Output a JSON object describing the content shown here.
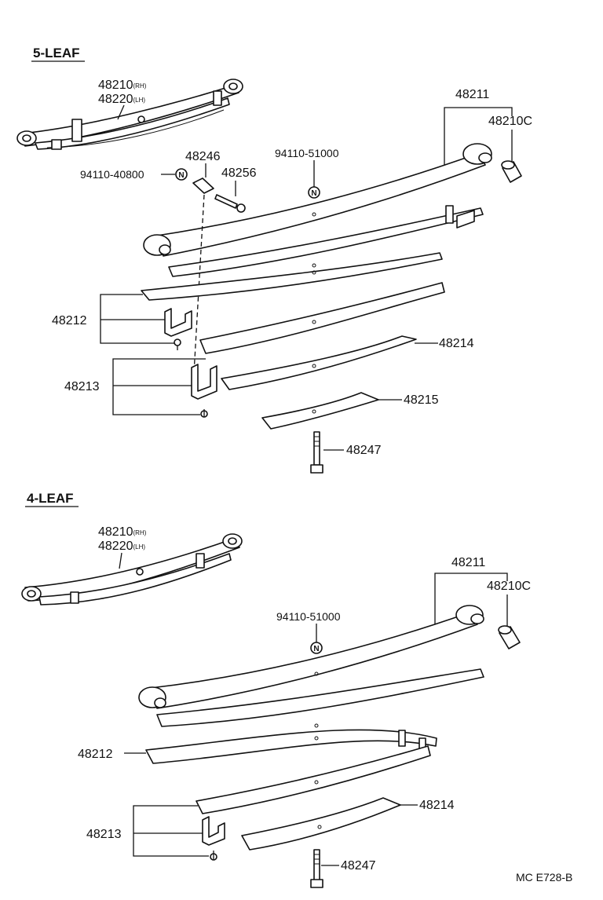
{
  "sections": [
    {
      "title": "5-LEAF",
      "labels": {
        "spring_rh": "48210",
        "spring_rh_side": "(RH)",
        "spring_lh": "48220",
        "spring_lh_side": "(LH)",
        "main_leaf": "48211",
        "bushing": "48210C",
        "nut_a": "94110-40800",
        "pin": "48246",
        "bolt_a": "48256",
        "nut_b": "94110-51000",
        "clip_a": "48212",
        "leaf_a": "48214",
        "clip_b": "48213",
        "leaf_b": "48215",
        "center_bolt": "48247"
      }
    },
    {
      "title": "4-LEAF",
      "labels": {
        "spring_rh": "48210",
        "spring_rh_side": "(RH)",
        "spring_lh": "48220",
        "spring_lh_side": "(LH)",
        "main_leaf": "48211",
        "bushing": "48210C",
        "nut_b": "94110-51000",
        "clip_a": "48212",
        "leaf_a": "48214",
        "clip_b": "48213",
        "center_bolt": "48247"
      }
    }
  ],
  "nut_symbol": "N",
  "footer_code": "MC E728-B"
}
